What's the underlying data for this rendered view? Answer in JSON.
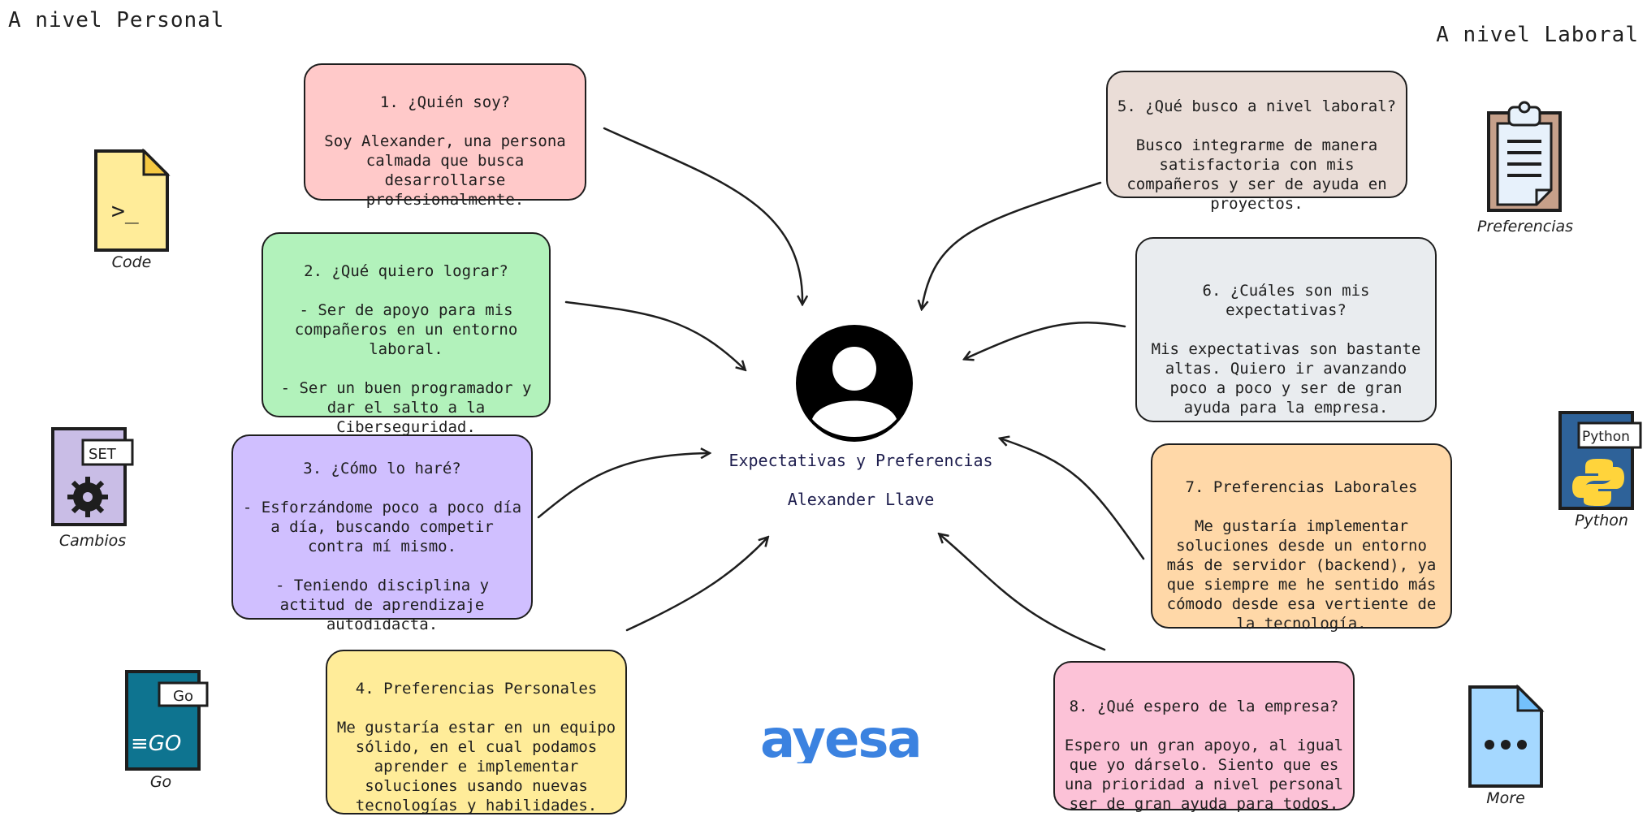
{
  "headings": {
    "personal": "A nivel Personal",
    "laboral": "A nivel Laboral"
  },
  "center": {
    "title": "Expectativas y Preferencias",
    "name": "Alexander Llave"
  },
  "logo": {
    "text": "ayesa",
    "color": "#3b82e0"
  },
  "cards": [
    {
      "title": "1. ¿Quién soy?",
      "body": "Soy Alexander, una persona\ncalmada que busca\ndesarrollarse\nprofesionalmente.",
      "color": "#ffc9c9"
    },
    {
      "title": "2. ¿Qué quiero lograr?",
      "body": "- Ser de apoyo para mis\ncompañeros en un entorno\nlaboral.\n\n- Ser un buen programador y\ndar el salto a la\nCiberseguridad.",
      "color": "#b2f2bb"
    },
    {
      "title": "3. ¿Cómo lo haré?",
      "body": "- Esforzándome poco a poco día\na día, buscando competir\ncontra mí mismo.\n\n- Teniendo disciplina y\nactitud de aprendizaje\nautodidacta.",
      "color": "#d0bfff"
    },
    {
      "title": "4. Preferencias Personales",
      "body": "Me gustaría estar en un equipo\nsólido, en el cual podamos\naprender e implementar\nsoluciones usando nuevas\ntecnologías y habilidades.",
      "color": "#ffec99"
    },
    {
      "title": "5. ¿Qué busco a nivel laboral?",
      "body": "Busco integrarme de manera\nsatisfactoria con mis\ncompañeros y ser de ayuda en\nproyectos.",
      "color": "#eaddd7"
    },
    {
      "title": "6. ¿Cuáles son mis\nexpectativas?",
      "body": "Mis expectativas son bastante\naltas. Quiero ir avanzando\npoco a poco y ser de gran\nayuda para la empresa.",
      "color": "#e9ecef"
    },
    {
      "title": "7. Preferencias Laborales",
      "body": "Me gustaría implementar\nsoluciones desde un entorno\nmás de servidor (backend), ya\nque siempre me he sentido más\ncómodo desde esa vertiente de\nla tecnología.",
      "color": "#ffd8a8"
    },
    {
      "title": "8. ¿Qué espero de la empresa?",
      "body": "Espero un gran apoyo, al igual\nque yo dárselo. Siento que es\nuna prioridad a nivel personal\nser de gran ayuda para todos.",
      "color": "#fcc2d7"
    }
  ],
  "icons": {
    "code": {
      "label": "Code",
      "glyph": ">_"
    },
    "cambios": {
      "label": "Cambios",
      "tag": "SET"
    },
    "go": {
      "label": "Go",
      "tag": "Go",
      "glyph": "≡GO"
    },
    "preferencias": {
      "label": "Preferencias"
    },
    "python": {
      "label": "Python",
      "tag": "Python"
    },
    "more": {
      "label": "More"
    }
  }
}
